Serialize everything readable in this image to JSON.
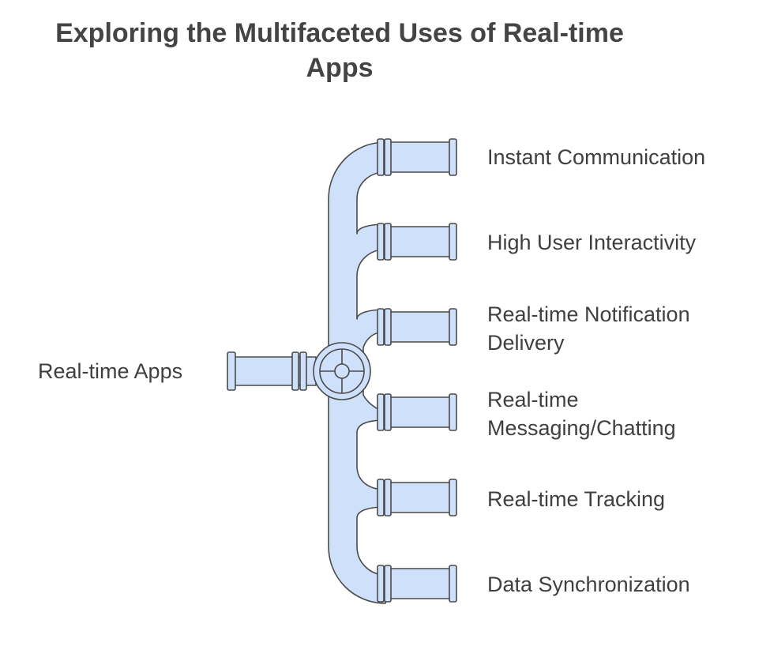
{
  "title": {
    "line1": "Exploring the Multifaceted Uses of Real-time",
    "line2": "Apps"
  },
  "source": {
    "label": "Real-time Apps"
  },
  "branches": [
    {
      "line1": "Instant Communication",
      "line2": ""
    },
    {
      "line1": "High User Interactivity",
      "line2": ""
    },
    {
      "line1": "Real-time Notification",
      "line2": "Delivery"
    },
    {
      "line1": "Real-time",
      "line2": "Messaging/Chatting"
    },
    {
      "line1": "Real-time Tracking",
      "line2": ""
    },
    {
      "line1": "Data Synchronization",
      "line2": ""
    }
  ],
  "colors": {
    "pipe_fill": "#cfe0fb",
    "outline": "#4a4a4a",
    "text": "#3f3f3f"
  }
}
